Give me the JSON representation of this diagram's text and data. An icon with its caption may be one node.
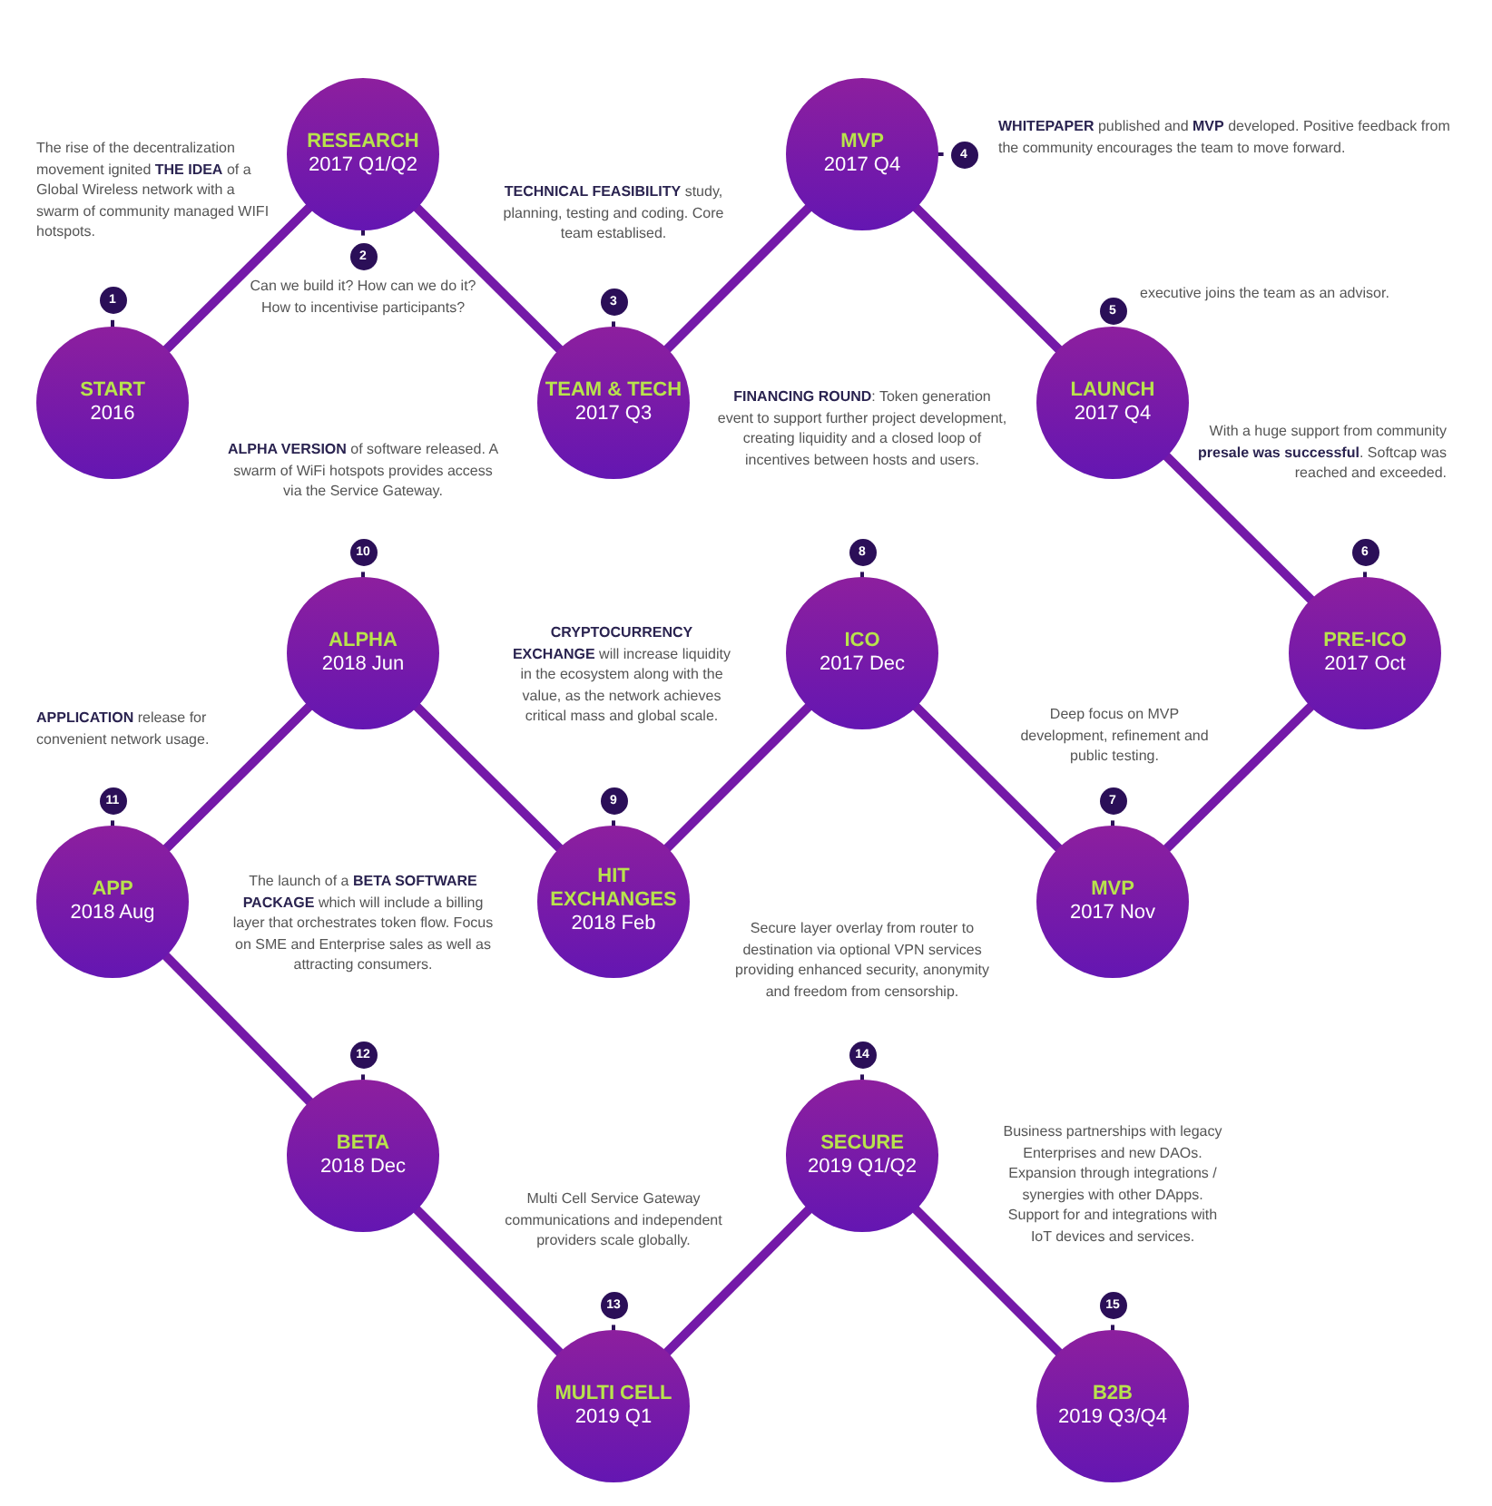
{
  "diagram": {
    "nodes": [
      {
        "text": [
          "START",
          "2016"
        ],
        "beside": [
          "1"
        ]
      },
      {
        "text": [
          "RESEARCH",
          "2017 Q1/Q2"
        ],
        "beside": [
          "2"
        ]
      },
      {
        "text": [
          "TEAM & TECH",
          "2017 Q3"
        ],
        "beside": [
          "3"
        ]
      },
      {
        "text": [
          "MVP",
          "2017 Q4"
        ],
        "beside": [
          "4"
        ]
      },
      {
        "text": [
          "LAUNCH",
          "2017 Q4"
        ],
        "beside": [
          "5"
        ]
      },
      {
        "text": [
          "PRE-ICO",
          "2017 Oct"
        ],
        "beside": [
          "6"
        ]
      },
      {
        "text": [
          "MVP",
          "2017 Nov"
        ],
        "beside": [
          "7"
        ]
      },
      {
        "text": [
          "ICO",
          "2017 Dec"
        ],
        "beside": [
          "8"
        ]
      },
      {
        "text": [
          "HIT EXCHANGES",
          "2018 Feb"
        ],
        "beside": [
          "9"
        ]
      },
      {
        "text": [
          "ALPHA",
          "2018 Jun"
        ],
        "beside": [
          "10"
        ]
      },
      {
        "text": [
          "APP",
          "2018 Aug"
        ],
        "beside": [
          "11"
        ]
      },
      {
        "text": [
          "BETA",
          "2018 Dec"
        ],
        "beside": [
          "12"
        ]
      },
      {
        "text": [
          "MULTI CELL",
          "2019 Q1"
        ],
        "beside": [
          "13"
        ]
      },
      {
        "text": [
          "SECURE",
          "2019 Q1/Q2"
        ],
        "beside": [
          "14"
        ]
      },
      {
        "text": [
          "B2B",
          "2019 Q3/Q4"
        ],
        "beside": [
          "15"
        ]
      }
    ],
    "edges": [
      {
        "from": 0,
        "to": 1,
        "arrow": "none"
      },
      {
        "from": 1,
        "to": 2,
        "arrow": "none"
      },
      {
        "from": 2,
        "to": 3,
        "arrow": "none"
      },
      {
        "from": 3,
        "to": 4,
        "arrow": "none"
      },
      {
        "from": 4,
        "to": 5,
        "arrow": "none"
      },
      {
        "from": 5,
        "to": 6,
        "arrow": "none"
      },
      {
        "from": 6,
        "to": 7,
        "arrow": "none"
      },
      {
        "from": 7,
        "to": 8,
        "arrow": "none"
      },
      {
        "from": 8,
        "to": 9,
        "arrow": "none"
      },
      {
        "from": 9,
        "to": 10,
        "arrow": "none"
      },
      {
        "from": 10,
        "to": 11,
        "arrow": "none"
      },
      {
        "from": 11,
        "to": 12,
        "arrow": "none"
      },
      {
        "from": 12,
        "to": 13,
        "arrow": "none"
      },
      {
        "from": 13,
        "to": 14,
        "arrow": "none"
      }
    ],
    "labels": [
      "The rise of the decentralization movement ignited **THE IDEA** of a Global Wireless network with a swarm of community managed WIFI hotspots.",
      "Can we build it? How can we do it? How to incentivise participants?",
      "**TECHNICAL FEASIBILITY** study, planning, testing and coding. Core team establised.",
      "**WHITEPAPER** published and **MVP** developed. Positive feedback from the community encourages the team to move forward.",
      "executive joins the team as an advisor.",
      "With a huge support from community **presale was successful**. Softcap was reached and exceeded.",
      "Deep focus on MVP development, refinement and public testing.",
      "**FINANCING ROUND**: Token generation event to support further project development, creating liquidity and a closed loop of incentives between hosts and users.",
      "**CRYPTOCURRENCY EXCHANGE** will increase liquidity in the ecosystem along with the value, as the network achieves critical mass and global scale.",
      "**ALPHA VERSION** of software released. A swarm of WiFi hotspots provides access via the Service Gateway.",
      "**APPLICATION** release for convenient network usage.",
      "The launch of a **BETA SOFTWARE PACKAGE** which will include a billing layer that orchestrates token flow. Focus on SME and Enterprise sales as well as attracting consumers.",
      "Multi Cell Service Gateway communications and independent providers scale globally.",
      "Secure layer overlay from router to destination via optional VPN services providing enhanced security, anonymity and freedom from censorship.",
      "Business partnerships with legacy Enterprises and new DAOs. Expansion through integrations / synergies with other DApps. Support for and integrations with IoT devices and services."
    ]
  }
}
